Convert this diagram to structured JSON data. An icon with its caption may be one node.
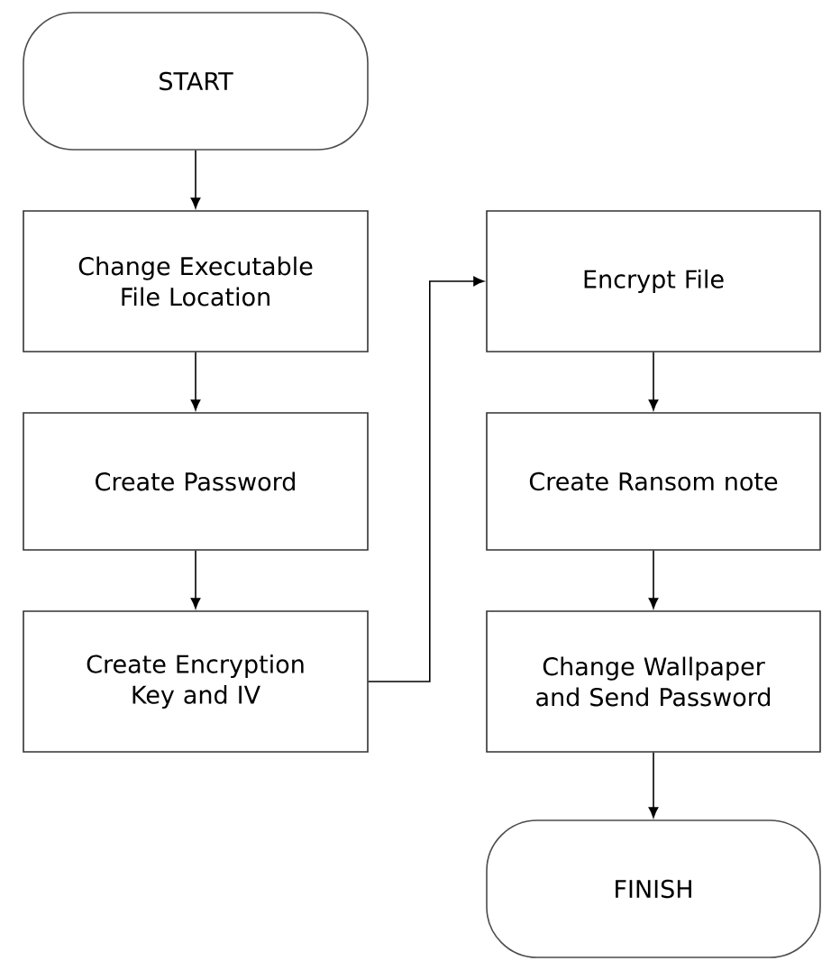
{
  "diagram": {
    "nodes": [
      {
        "text": [
          "START"
        ]
      },
      {
        "text": [
          "Change Executable File Location"
        ]
      },
      {
        "text": [
          "Create Password"
        ]
      },
      {
        "text": [
          "Create Encryption Key and IV"
        ]
      },
      {
        "text": [
          "Encrypt File"
        ]
      },
      {
        "text": [
          "Create Ransom note"
        ]
      },
      {
        "text": [
          "Change Wallpaper and Send Password"
        ]
      },
      {
        "text": [
          "FINISH"
        ]
      }
    ],
    "edges": [
      {
        "from": 0,
        "to": 1,
        "arrow": "to"
      },
      {
        "from": 1,
        "to": 2,
        "arrow": "to"
      },
      {
        "from": 2,
        "to": 3,
        "arrow": "to"
      },
      {
        "from": 3,
        "to": 4,
        "arrow": "to"
      },
      {
        "from": 4,
        "to": 5,
        "arrow": "to"
      },
      {
        "from": 5,
        "to": 6,
        "arrow": "to"
      },
      {
        "from": 6,
        "to": 7,
        "arrow": "to"
      }
    ]
  }
}
